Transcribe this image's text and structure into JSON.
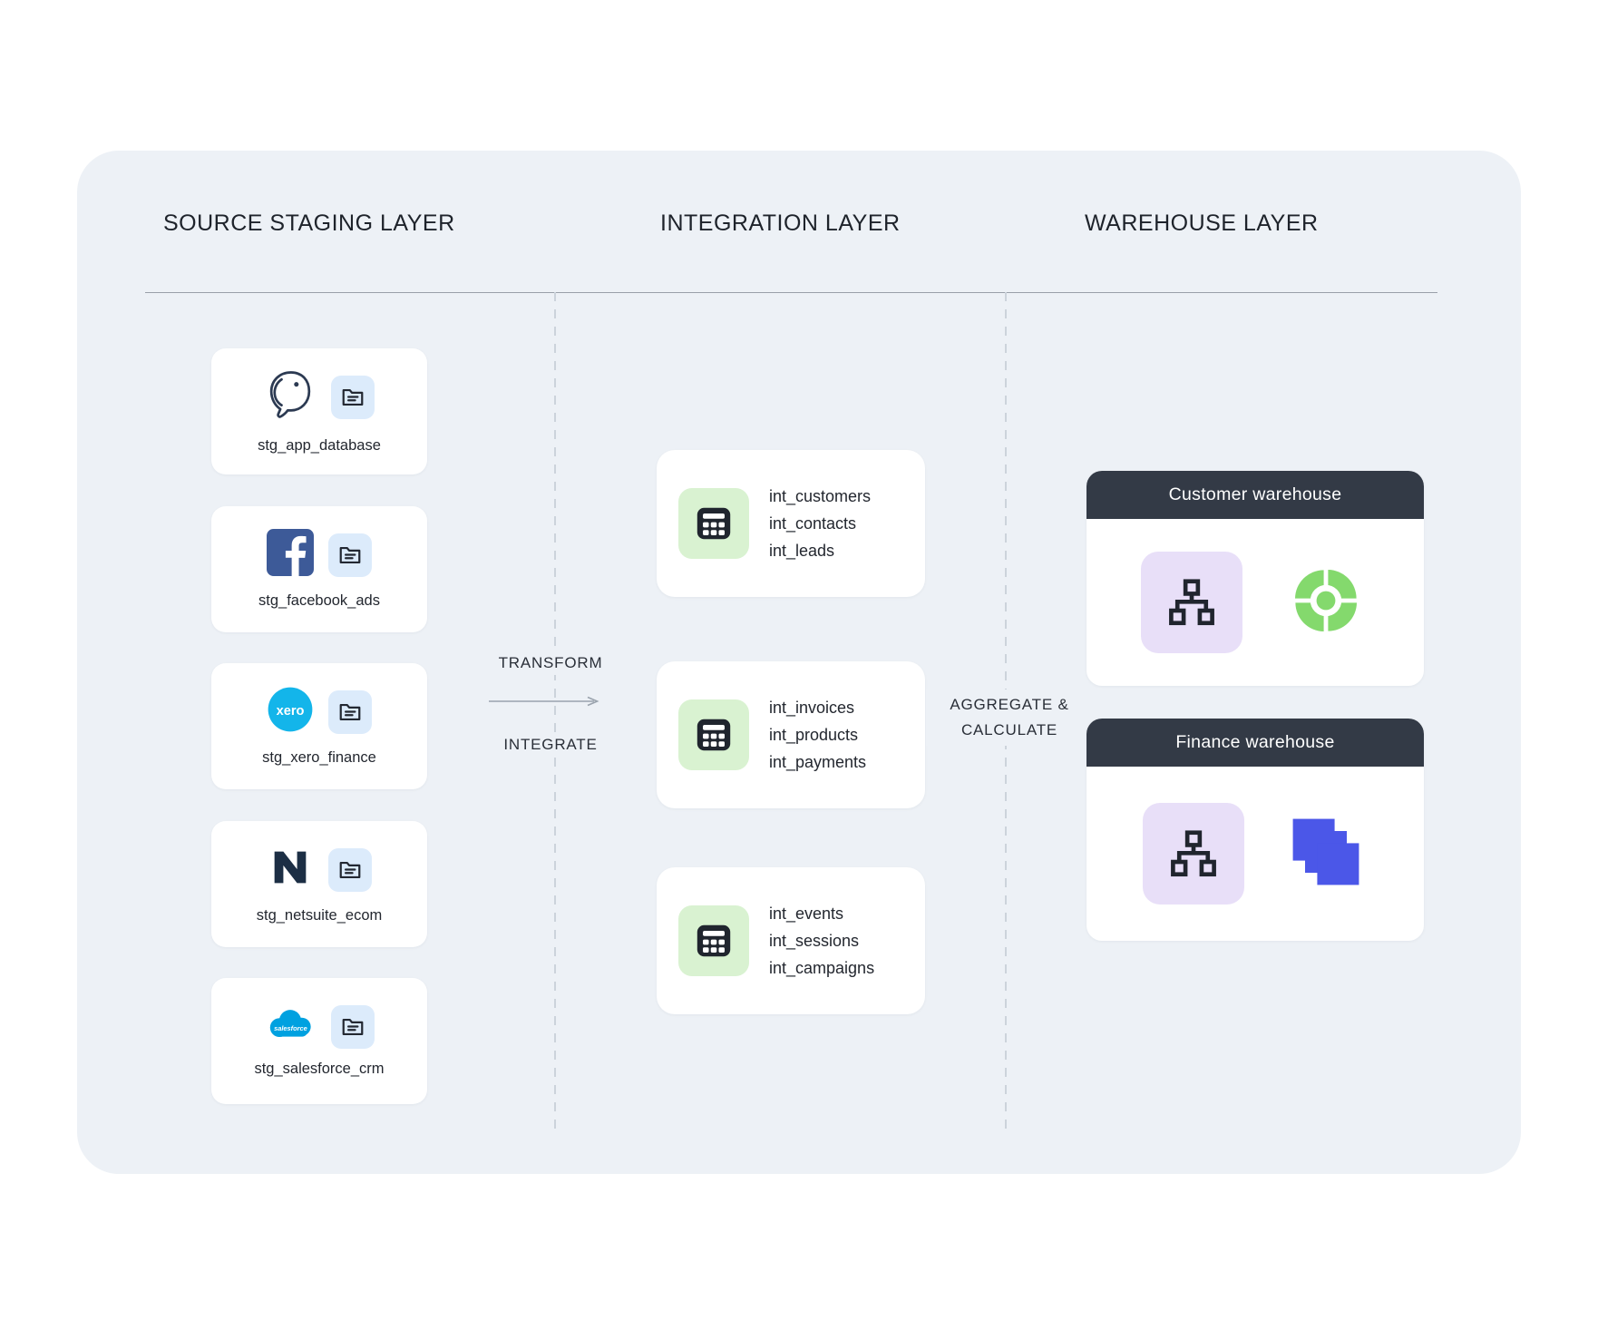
{
  "headers": {
    "staging": "SOURCE STAGING LAYER",
    "integration": "INTEGRATION LAYER",
    "warehouse": "WAREHOUSE LAYER"
  },
  "staging": {
    "folder_icon": "folder-icon",
    "items": [
      {
        "label": "stg_app_database",
        "icon": "postgresql-icon"
      },
      {
        "label": "stg_facebook_ads",
        "icon": "facebook-icon"
      },
      {
        "label": "stg_xero_finance",
        "icon": "xero-icon"
      },
      {
        "label": "stg_netsuite_ecom",
        "icon": "netsuite-icon"
      },
      {
        "label": "stg_salesforce_crm",
        "icon": "salesforce-icon"
      }
    ]
  },
  "flow": {
    "transform": "TRANSFORM",
    "integrate": "INTEGRATE",
    "aggregate_line1": "AGGREGATE &",
    "aggregate_line2": "CALCULATE",
    "arrow_icon": "right-arrow-icon"
  },
  "integration": {
    "table_icon": "table-grid-icon",
    "cards": [
      {
        "tables": [
          "int_customers",
          "int_contacts",
          "int_leads"
        ]
      },
      {
        "tables": [
          "int_invoices",
          "int_products",
          "int_payments"
        ]
      },
      {
        "tables": [
          "int_events",
          "int_sessions",
          "int_campaigns"
        ]
      }
    ]
  },
  "warehouse": {
    "cards": [
      {
        "title": "Customer warehouse",
        "icons": [
          "org-chart-icon",
          "green-flower-icon"
        ]
      },
      {
        "title": "Finance warehouse",
        "icons": [
          "org-chart-icon",
          "indigo-layers-icon"
        ]
      }
    ]
  },
  "brand_text": {
    "xero": "xero",
    "salesforce": "salesforce"
  },
  "palette": {
    "panel_bg": "#edf1f6",
    "card_bg": "#ffffff",
    "header_bar": "#333a46",
    "green_tile": "#d9f2d1",
    "blue_tile": "#dcebfb",
    "purple_tile": "#e8dff8",
    "green_icon": "#84d96d",
    "indigo_icon": "#4b57e8",
    "facebook_blue": "#3d5a98",
    "xero_blue": "#13b5ea",
    "salesforce_blue": "#00a1e0",
    "netsuite_navy": "#1c2e44",
    "postgres_outline": "#2c3a52",
    "text_dark": "#23272f",
    "line_gray": "#99a0a9"
  }
}
